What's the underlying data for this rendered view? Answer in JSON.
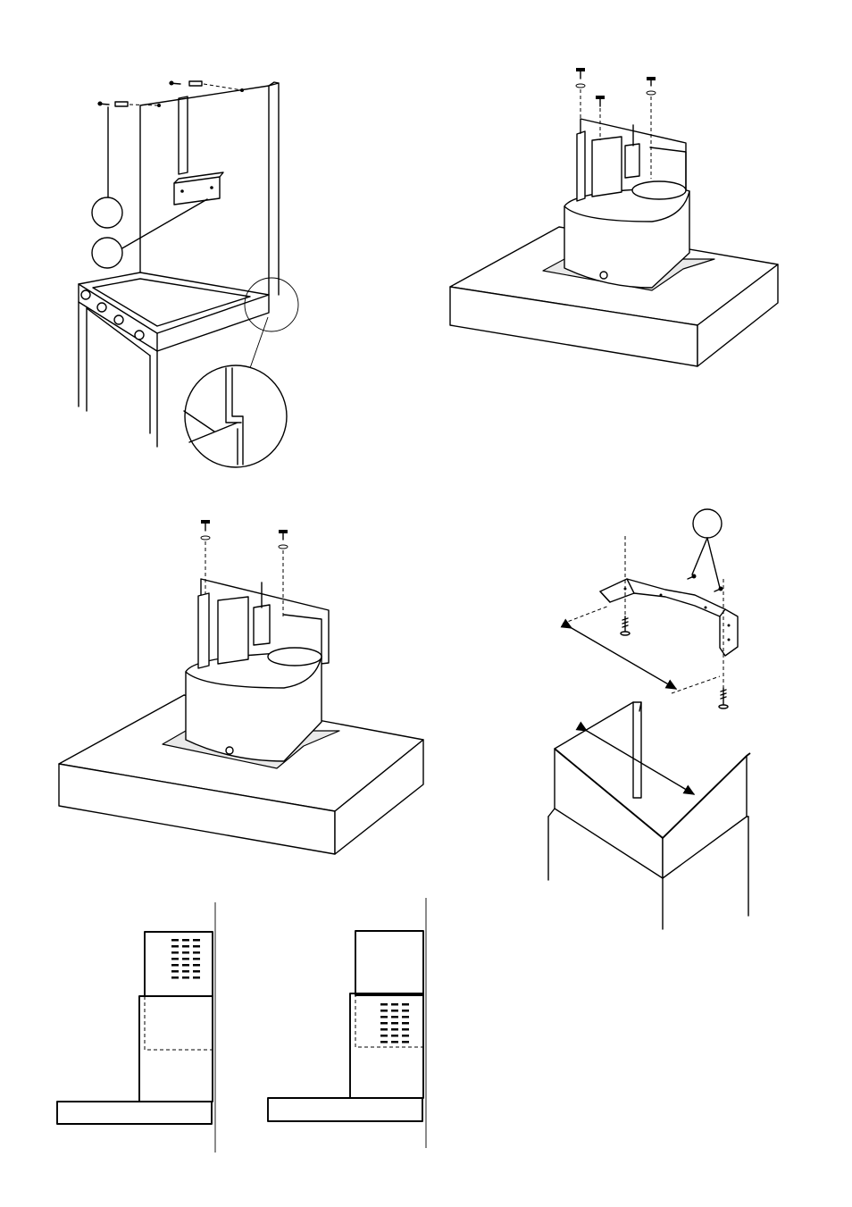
{
  "figures": [
    {
      "id": "fig-1",
      "name": "backsplash-bracket-mounting",
      "callouts": [
        "",
        ""
      ]
    },
    {
      "id": "fig-2",
      "name": "motor-box-fixing-four-screws"
    },
    {
      "id": "fig-3",
      "name": "motor-box-fixing-two-screws"
    },
    {
      "id": "fig-4",
      "name": "chimney-support-bracket",
      "callouts": [
        ""
      ]
    },
    {
      "id": "fig-5",
      "name": "chimney-vent-upper-position"
    },
    {
      "id": "fig-6",
      "name": "chimney-vent-lower-position"
    }
  ],
  "colors": {
    "line": "#000000",
    "background": "#ffffff",
    "shade": "#e9e9e9"
  }
}
